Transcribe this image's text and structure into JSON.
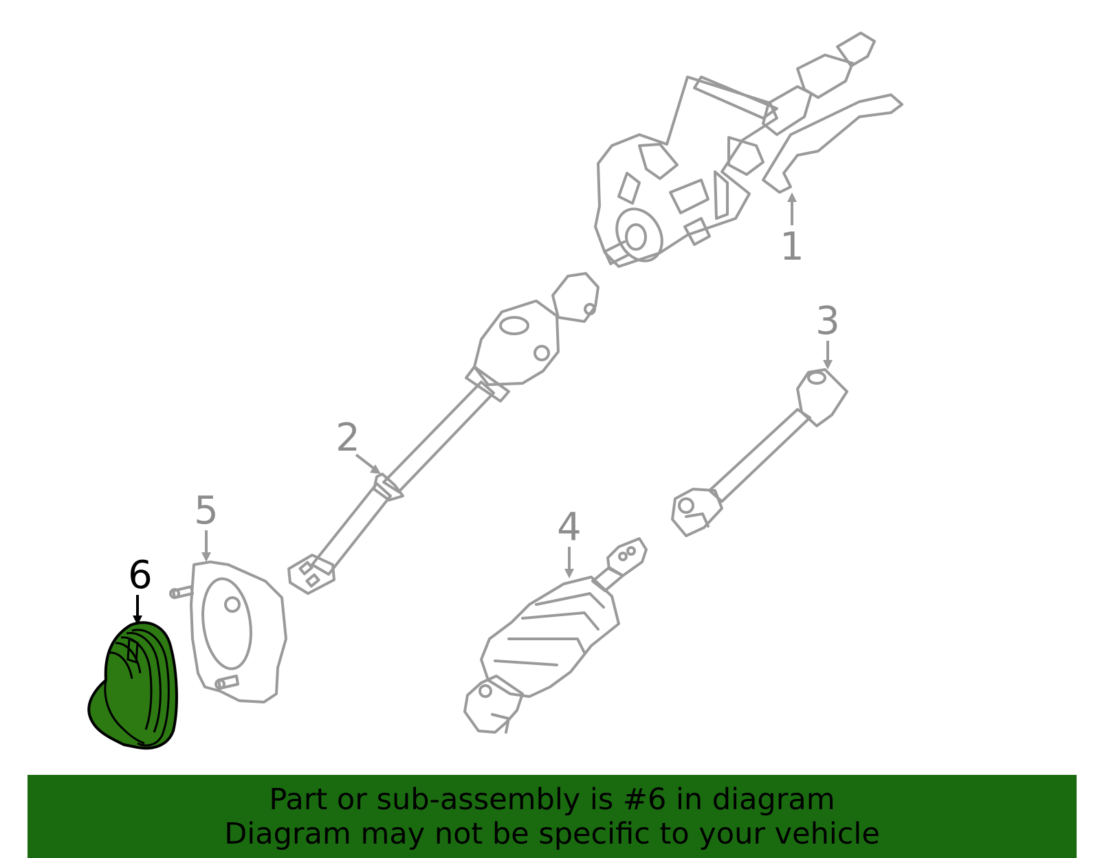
{
  "callouts": [
    "1",
    "2",
    "3",
    "4",
    "5",
    "6"
  ],
  "highlighted_part": "6",
  "colors": {
    "highlight": "#2d7a13",
    "banner": "#1a6b10",
    "part_outline": "#9a9a9a",
    "label_inactive": "#8c8c8c"
  },
  "banner": {
    "line1": "Part or sub-assembly is #6 in diagram",
    "line2": "Diagram may not be specific to your vehicle"
  }
}
